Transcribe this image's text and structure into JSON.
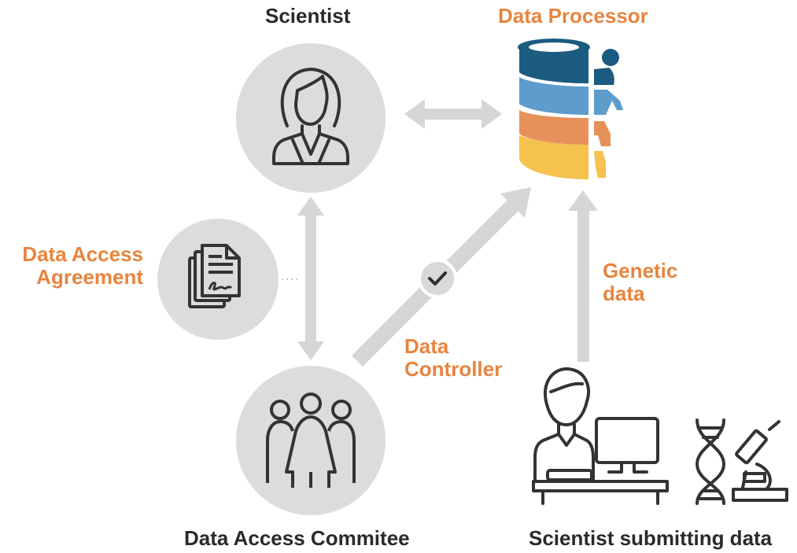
{
  "nodes": {
    "scientist": "Scientist",
    "data_processor": "Data Processor",
    "data_access_agreement": [
      "Data Access",
      "Agreement"
    ],
    "genetic_data": [
      "Genetic",
      "data"
    ],
    "data_controller": [
      "Data",
      "Controller"
    ],
    "committee": "Data Access Commitee",
    "submitter": "Scientist submitting data"
  },
  "colors": {
    "circle": "#dcdcdc",
    "arrow": "#d6d6d6",
    "icon_stroke": "#333333",
    "accent_label": "#e8843f",
    "db_band_1": "#1c5b80",
    "db_band_2": "#5e9ccc",
    "db_band_3": "#e7915a",
    "db_band_4": "#f5c24e"
  },
  "icons": [
    "scientist-icon",
    "documents-icon",
    "committee-icon",
    "checkmark-icon",
    "database-person-icon",
    "researcher-at-computer-icon",
    "dna-icon",
    "microscope-icon"
  ]
}
